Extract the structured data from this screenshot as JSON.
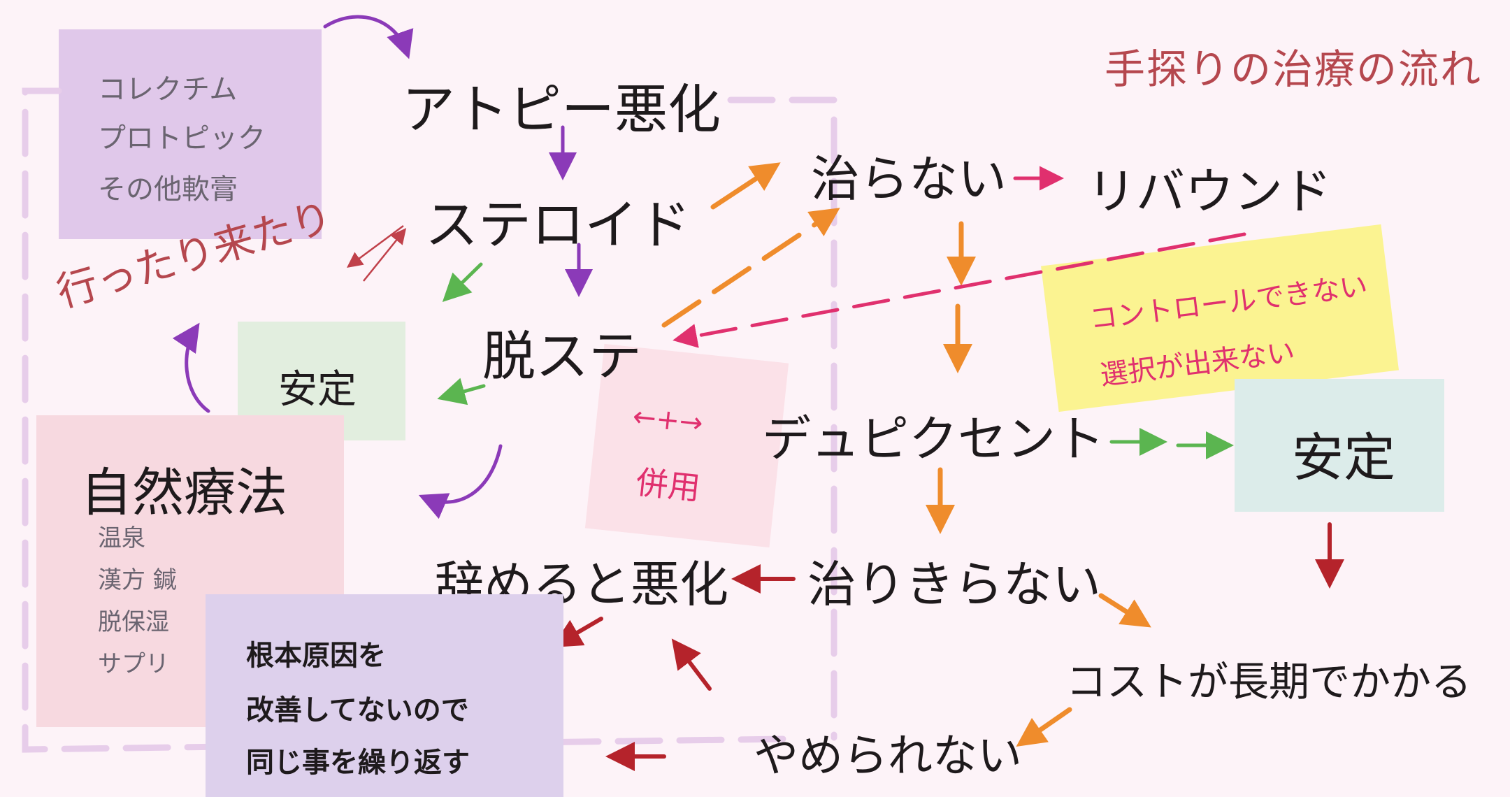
{
  "title": "手探りの治療の流れ",
  "nodes": {
    "atopy_worse": "アトピー悪化",
    "steroid": "ステロイド",
    "datsu_ste": "脱ステ",
    "quit_worse": "辞めると悪化",
    "not_healed": "治らない",
    "rebound": "リバウンド",
    "dupixent": "デュピクセント",
    "not_fully_healed": "治りきらない",
    "cost_long_term": "コストが長期でかかる",
    "cannot_quit": "やめられない",
    "stable_small": "安定",
    "stable_big": "安定",
    "back_and_forth": "行ったり来たり"
  },
  "meds_box": {
    "items": [
      "コレクチム",
      "プロトピック",
      "その他軟膏"
    ]
  },
  "natural_box": {
    "title": "自然療法",
    "items": [
      "温泉",
      "漢方 鍼",
      "脱保湿",
      "サプリ"
    ]
  },
  "root_cause_box": {
    "lines": [
      "根本原因を",
      "改善してないので",
      "同じ事を繰り返す"
    ]
  },
  "combined_box": {
    "symbol": "←+→",
    "label": "併用"
  },
  "note_box": {
    "lines": [
      "コントロールできない",
      "選択が出来ない"
    ]
  },
  "colors": {
    "background": "#fdf3f8",
    "title": "#b5474e",
    "purple_arrow": "#8b3ab8",
    "green_arrow": "#5bb550",
    "orange_arrow": "#ef8c2c",
    "pink_arrow": "#e0306e",
    "red_arrow": "#b5232b",
    "dashed_loop": "#e7cdea"
  }
}
